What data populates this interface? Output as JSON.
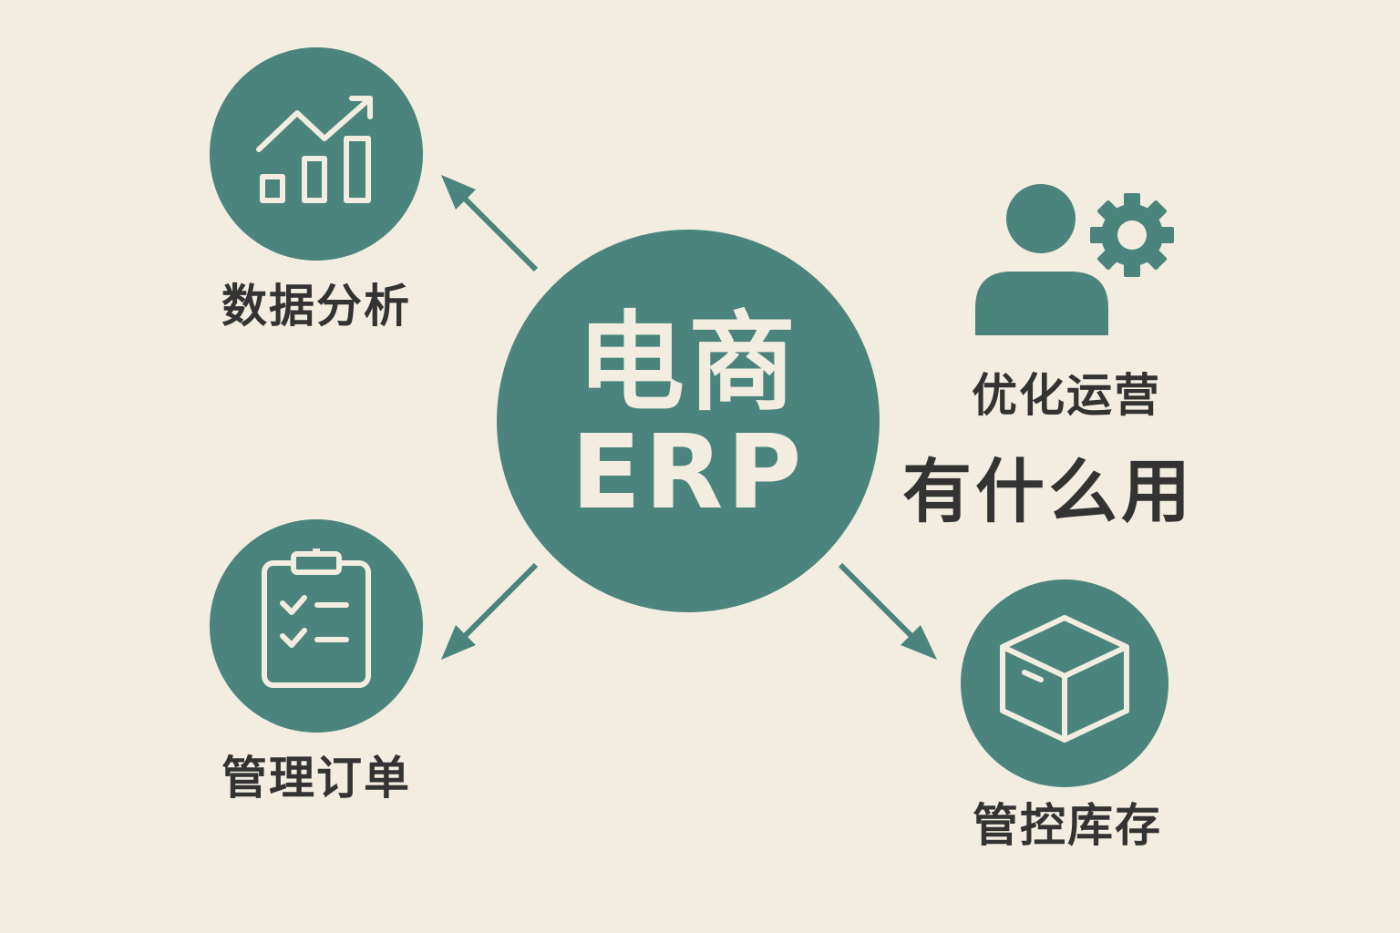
{
  "center": {
    "line1": "电商",
    "line2": "ERP"
  },
  "question": "有什么用",
  "features": {
    "analytics": {
      "label": "数据分析",
      "icon": "bar-chart-trend-icon"
    },
    "operations": {
      "label": "优化运营",
      "icon": "user-gear-icon"
    },
    "orders": {
      "label": "管理订单",
      "icon": "clipboard-checklist-icon"
    },
    "inventory": {
      "label": "管控库存",
      "icon": "box-icon"
    }
  },
  "colors": {
    "background": "#f3ede1",
    "accent": "#4a847c",
    "text": "#333333",
    "icon_stroke": "#f3ede1"
  }
}
